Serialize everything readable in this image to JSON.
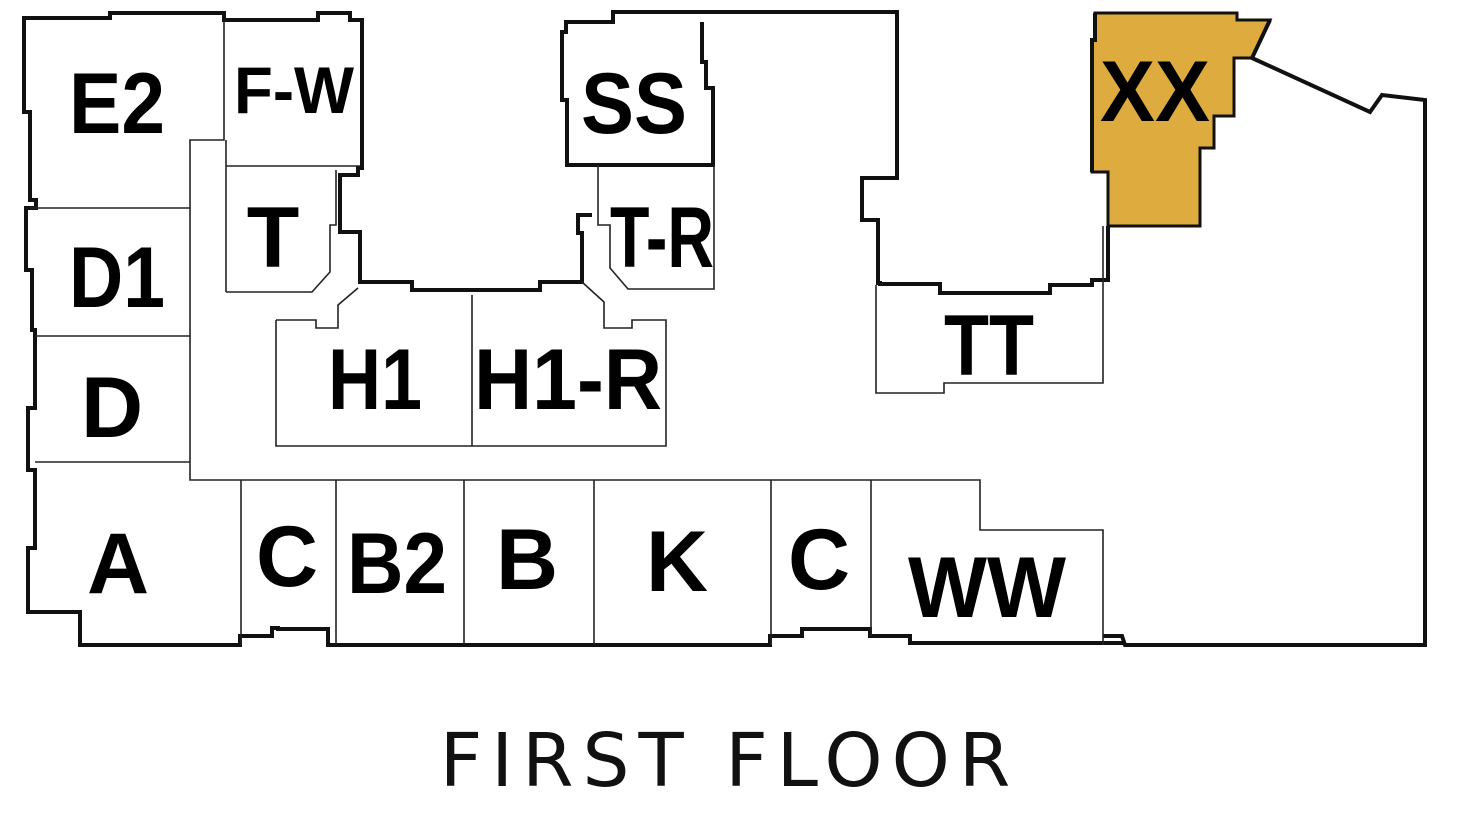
{
  "floor_title": "FIRST FLOOR",
  "highlight_color": "#DEAB3E",
  "units": {
    "e2": "E2",
    "fw": "F-W",
    "ss": "SS",
    "xx": "XX",
    "t": "T",
    "tr": "T-R",
    "d1": "D1",
    "tt": "TT",
    "h1": "H1",
    "h1r": "H1-R",
    "d": "D",
    "a": "A",
    "c1": "C",
    "b2": "B2",
    "b": "B",
    "k": "K",
    "c2": "C",
    "ww": "WW"
  },
  "selected_unit": "XX"
}
